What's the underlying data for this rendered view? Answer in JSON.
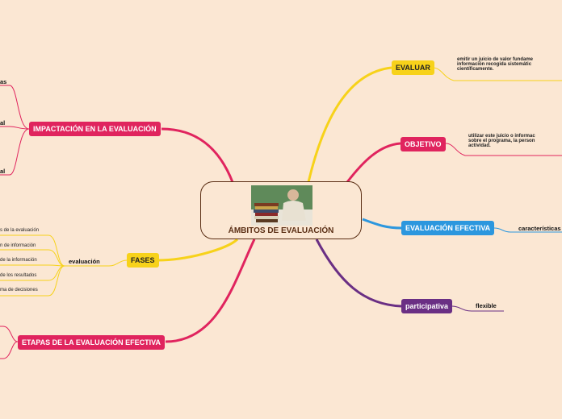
{
  "central": {
    "title": "ÁMBITOS DE EVALUACIÓN",
    "image": "teacher-with-stack-of-books"
  },
  "right": {
    "evaluar": {
      "label": "EVALUAR",
      "text_lines": [
        "emitir un juicio de valor fundame",
        "información recogida sistemátic",
        "científicamente."
      ]
    },
    "objetivo": {
      "label": "OBJETIVO",
      "text_lines": [
        "utilizar este juicio o informac",
        "sobre el programa, la person",
        "actividad."
      ]
    },
    "evaluacion_efectiva": {
      "label": "EVALUACIÓN EFECTIVA",
      "child": "características"
    },
    "participativa": {
      "label": "participativa",
      "child": "flexible"
    }
  },
  "left": {
    "impactacion": {
      "label": "IMPACTACIÓN EN LA EVALUACIÓN",
      "children": [
        "as",
        "al",
        "al"
      ]
    },
    "fases": {
      "label": "FASES",
      "sub": "evaluación",
      "children": [
        "s de la evaluación",
        "n de información",
        "de la información",
        "de los resultados",
        "ma de decisiones"
      ]
    },
    "etapas": {
      "label": "ETAPAS DE LA EVALUACIÓN EFECTIVA"
    }
  },
  "colors": {
    "background": "#fbe7d3",
    "yellow": "#f7d21a",
    "red": "#e0245e",
    "blue": "#2c97de",
    "purple": "#6a2f84",
    "central_border": "#5a2e14"
  }
}
